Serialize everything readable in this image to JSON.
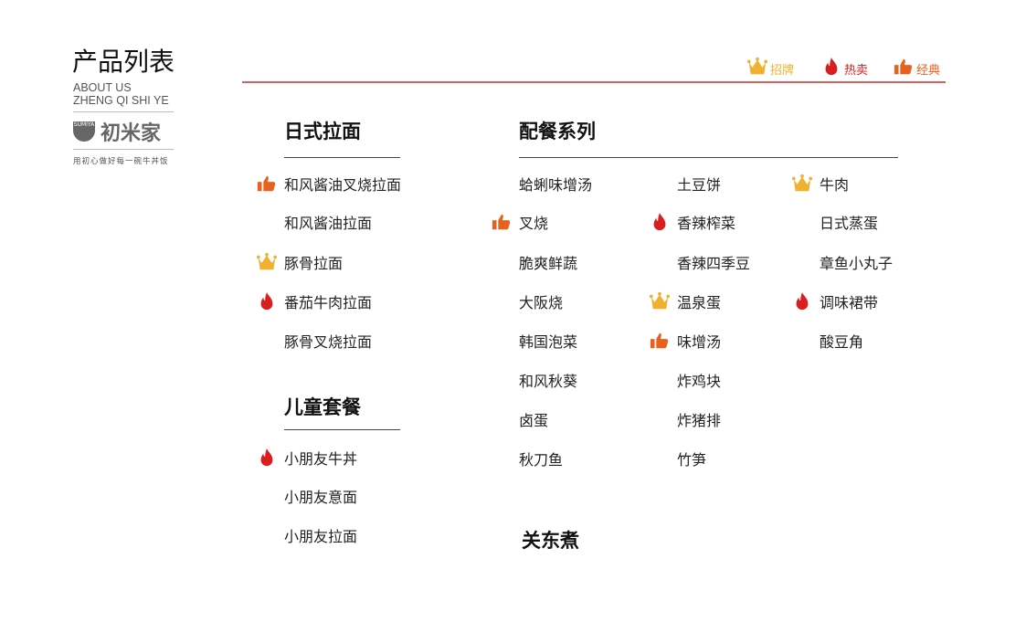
{
  "header": {
    "title": "产品列表",
    "sub1": "ABOUT  US",
    "sub2": "ZHENG QI SHI YE",
    "logo_badge": "SUMIYA",
    "logo_text": "初米家",
    "slogan": "用初心做好每一碗牛丼饭"
  },
  "legend": [
    {
      "icon": "crown-icon",
      "label": "招牌",
      "color": "#f0b030"
    },
    {
      "icon": "flame-icon",
      "label": "热卖",
      "color": "#d81e1e"
    },
    {
      "icon": "thumbs-up-icon",
      "label": "经典",
      "color": "#e8621e"
    }
  ],
  "sections": {
    "ramen": {
      "title": "日式拉面",
      "items": [
        {
          "name": "和风酱油叉烧拉面",
          "icon": "thumbs-up-icon"
        },
        {
          "name": "和风酱油拉面",
          "icon": null
        },
        {
          "name": "豚骨拉面",
          "icon": "crown-icon"
        },
        {
          "name": "番茄牛肉拉面",
          "icon": "flame-icon"
        },
        {
          "name": "豚骨叉烧拉面",
          "icon": null
        }
      ]
    },
    "kids": {
      "title": "儿童套餐",
      "items": [
        {
          "name": "小朋友牛丼",
          "icon": "flame-icon"
        },
        {
          "name": "小朋友意面",
          "icon": null
        },
        {
          "name": "小朋友拉面",
          "icon": null
        }
      ]
    },
    "sides": {
      "title": "配餐系列",
      "columns": [
        [
          {
            "name": "蛤蜊味增汤",
            "icon": null
          },
          {
            "name": "叉烧",
            "icon": "thumbs-up-icon"
          },
          {
            "name": "脆爽鲜蔬",
            "icon": null
          },
          {
            "name": "大阪烧",
            "icon": null
          },
          {
            "name": "韩国泡菜",
            "icon": null
          },
          {
            "name": "和风秋葵",
            "icon": null
          },
          {
            "name": "卤蛋",
            "icon": null
          },
          {
            "name": "秋刀鱼",
            "icon": null
          }
        ],
        [
          {
            "name": "土豆饼",
            "icon": null
          },
          {
            "name": "香辣榨菜",
            "icon": "flame-icon"
          },
          {
            "name": "香辣四季豆",
            "icon": null
          },
          {
            "name": "温泉蛋",
            "icon": "crown-icon"
          },
          {
            "name": "味增汤",
            "icon": "thumbs-up-icon"
          },
          {
            "name": "炸鸡块",
            "icon": null
          },
          {
            "name": "炸猪排",
            "icon": null
          },
          {
            "name": "竹笋",
            "icon": null
          }
        ],
        [
          {
            "name": "牛肉",
            "icon": "crown-icon"
          },
          {
            "name": "日式蒸蛋",
            "icon": null
          },
          {
            "name": "章鱼小丸子",
            "icon": null
          },
          {
            "name": "调味裙带",
            "icon": "flame-icon"
          },
          {
            "name": "酸豆角",
            "icon": null
          }
        ]
      ]
    },
    "oden": {
      "title": "关东煮"
    }
  },
  "colors": {
    "crown": "#f0b030",
    "flame": "#d81e1e",
    "thumb": "#e8621e",
    "accent_line": "#d46060"
  }
}
